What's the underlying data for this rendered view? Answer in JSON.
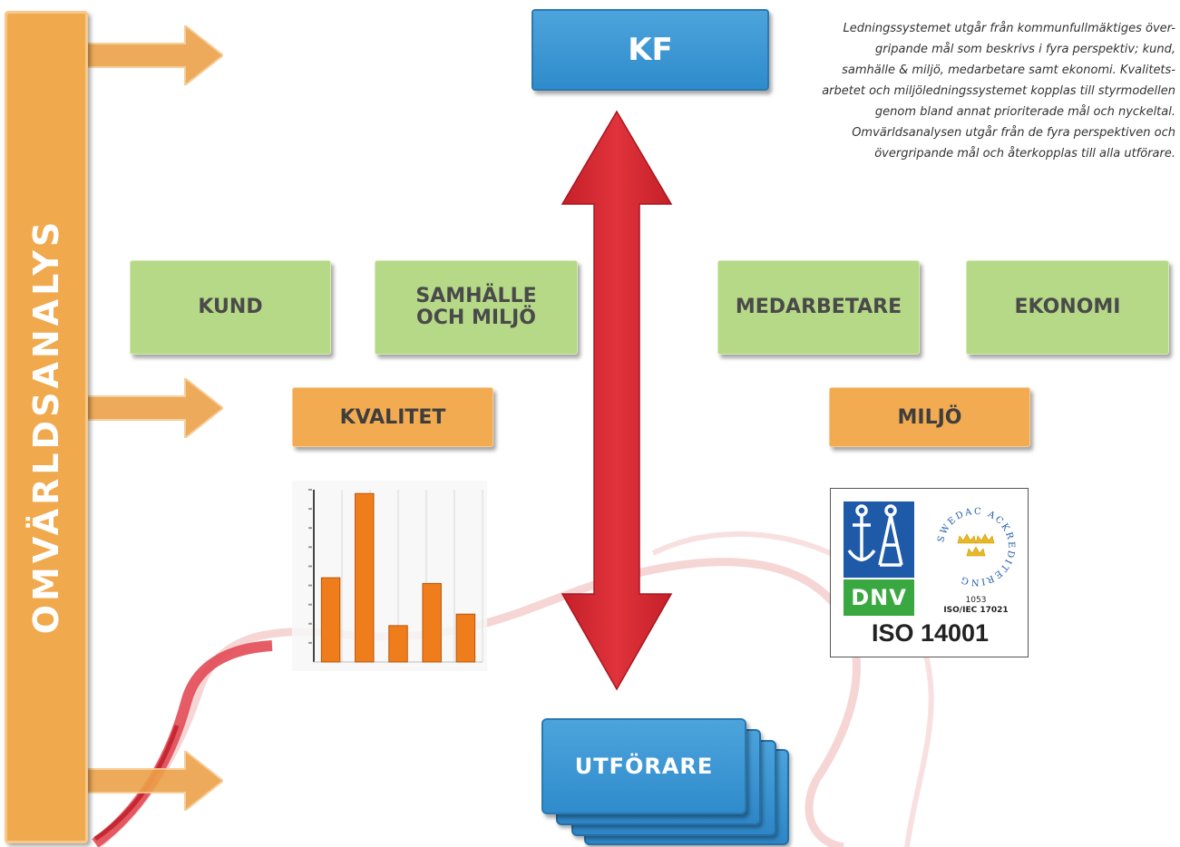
{
  "omvarldsanalys": {
    "label": "OMVÄRLDSANALYS"
  },
  "kf": {
    "label": "KF"
  },
  "description": {
    "lines": [
      "Ledningssystemet utgår från kommunfullmäktiges över-",
      "gripande mål som beskrivs i fyra perspektiv; kund,",
      "samhälle & miljö, medarbetare samt ekonomi. Kvalitets-",
      "arbetet och miljöledningssystemet kopplas till styrmodellen",
      "genom bland annat prioriterade mål och nyckeltal.",
      "Omvärldsanalysen utgår från de fyra perspektiven och",
      "övergripande mål och återkopplas till alla utförare."
    ]
  },
  "perspectives": {
    "kund": "KUND",
    "samhalle_line1": "SAMHÄLLE",
    "samhalle_line2": "OCH MILJÖ",
    "medarbetare": "MEDARBETARE",
    "ekonomi": "EKONOMI"
  },
  "systems": {
    "kvalitet": "KVALITET",
    "miljo": "MILJÖ"
  },
  "utforare": {
    "label": "UTFÖRARE"
  },
  "certificate": {
    "dnv": "DNV",
    "swedac_ring": "SWEDAC ACKREDITERING",
    "number": "1053",
    "standard": "ISO/IEC 17021",
    "iso": "ISO 14001"
  },
  "colors": {
    "orange": "#f2ab50",
    "green": "#b5d987",
    "blue": "#3596d4",
    "red": "#d62b32"
  },
  "chart_data": {
    "type": "bar",
    "values": [
      4.4,
      8.8,
      1.9,
      4.1,
      2.5
    ],
    "ylim": [
      0,
      9
    ],
    "grid": true
  }
}
